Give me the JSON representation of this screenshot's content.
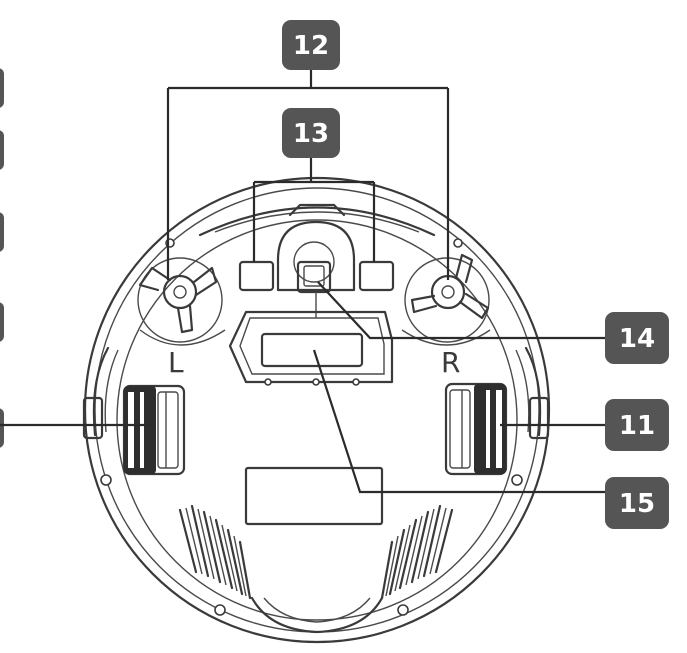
{
  "callouts": {
    "main_brushes": "12",
    "cliff_sensors": "13",
    "front_wheel": "14",
    "wheels": "11",
    "dust_bin": "15"
  },
  "side_markers": {
    "left": "L",
    "right": "R"
  },
  "colors": {
    "badge": "#555555",
    "badge_text": "#ffffff",
    "line": "#3a3a3a"
  }
}
